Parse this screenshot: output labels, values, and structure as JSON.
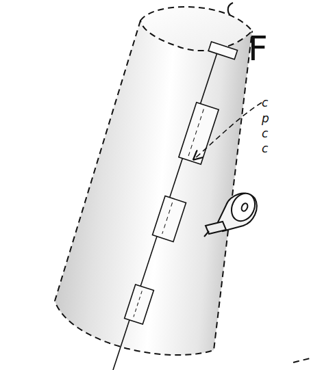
{
  "diagram": {
    "labels": [
      "F",
      "c",
      "p",
      "c",
      "c"
    ]
  }
}
